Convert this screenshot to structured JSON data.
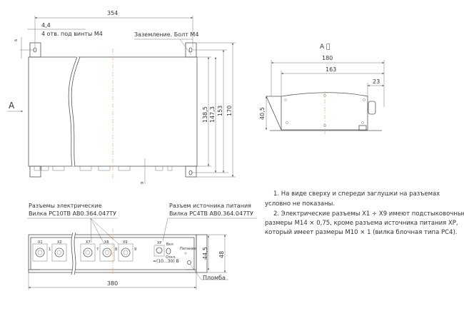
{
  "top_view": {
    "dim_length": "354",
    "dim_hole_offset": "4,4",
    "holes_label": "4 отв. под винты М4",
    "ground_label": "Заземление. Болт М4",
    "dim_tab": "6",
    "view_arrow_label": "А",
    "dim_h1": "138,5",
    "dim_h2": "147,3",
    "dim_h3": "153",
    "dim_h4": "170",
    "dim_connector": "9"
  },
  "side_view": {
    "title": "А ⃞",
    "dim_total": "180",
    "dim_body": "163",
    "dim_connector": "23",
    "dim_height": "40,5"
  },
  "front_view": {
    "connectors_label_1": "Разъемы электрические",
    "connectors_label_2": "Вилка РС10ТВ АВ0.364.047ТУ",
    "power_label_1": "Разъем источника питания",
    "power_label_2": "Вилка РС4ТВ АВ0.364.047ТУ",
    "connectors": [
      "Х1",
      "Х2",
      "Х7",
      "Х8",
      "Х9"
    ],
    "indicator_numbers": [
      "1",
      "7",
      "8",
      "9"
    ],
    "power_connector": "ХР",
    "switch_on": "Вкл",
    "switch_off": "Откл.",
    "voltage": "=(10...30) В",
    "power_indicator": "Питание",
    "seal_label": "Пломба",
    "dim_width": "380",
    "dim_h1": "44,5",
    "dim_h2": "48"
  },
  "notes": {
    "note1_line1": "1. На виде сверху и спереди заглушки на разъемах",
    "note1_line2": "условно не показаны.",
    "note2_line1": "2. Электрические разъемы Х1 ÷ Х9 имеют подстыковочные",
    "note2_line2": "размеры М14 × 0,75, кроме разъема  источника питания ХР,",
    "note2_line3": "который имеет размеры М10 × 1 (вилка блочная типа РС4)."
  }
}
